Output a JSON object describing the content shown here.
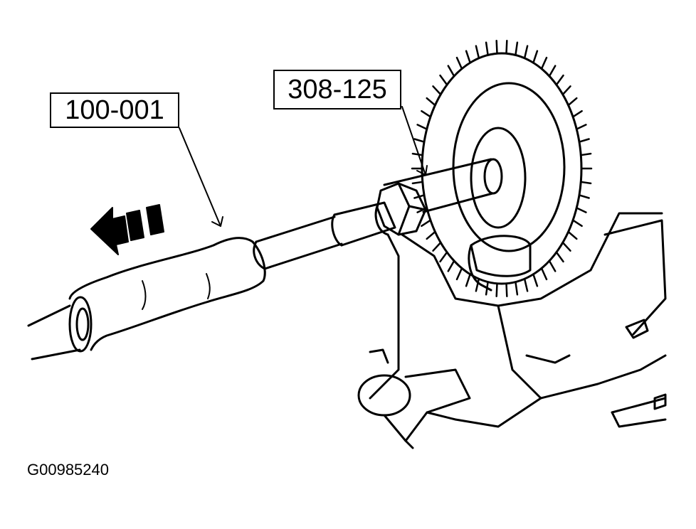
{
  "labels": {
    "tool_a": "100-001",
    "tool_b": "308-125"
  },
  "figure_id": "G00985240",
  "icons": {
    "direction_arrow": "pull-direction-arrow-icon"
  },
  "colors": {
    "line": "#000000",
    "background": "#ffffff"
  }
}
